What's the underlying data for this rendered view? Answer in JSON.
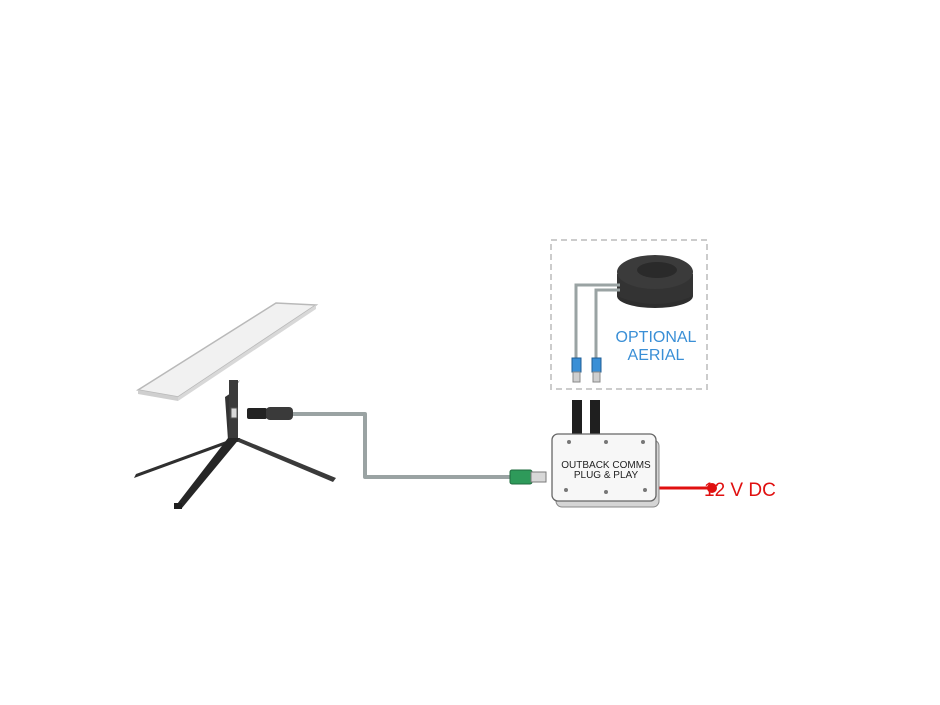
{
  "device_box": {
    "line1": "OUTBACK COMMS",
    "line2": "PLUG & PLAY"
  },
  "optional_aerial": {
    "line1": "OPTIONAL",
    "line2": "AERIAL",
    "color": "#3a8fd6"
  },
  "power": {
    "label": "12 V DC",
    "color": "#e01010"
  },
  "colors": {
    "cable_grey": "#9aa3a3",
    "usb_green": "#2e9a5a",
    "connector_blue": "#3a8fd6",
    "dish_dark": "#3a3a3a",
    "panel_light": "#eeeeee"
  },
  "icons": {
    "satellite_dish": "satellite-dish-icon",
    "aerial_puck": "aerial-puck-icon"
  }
}
